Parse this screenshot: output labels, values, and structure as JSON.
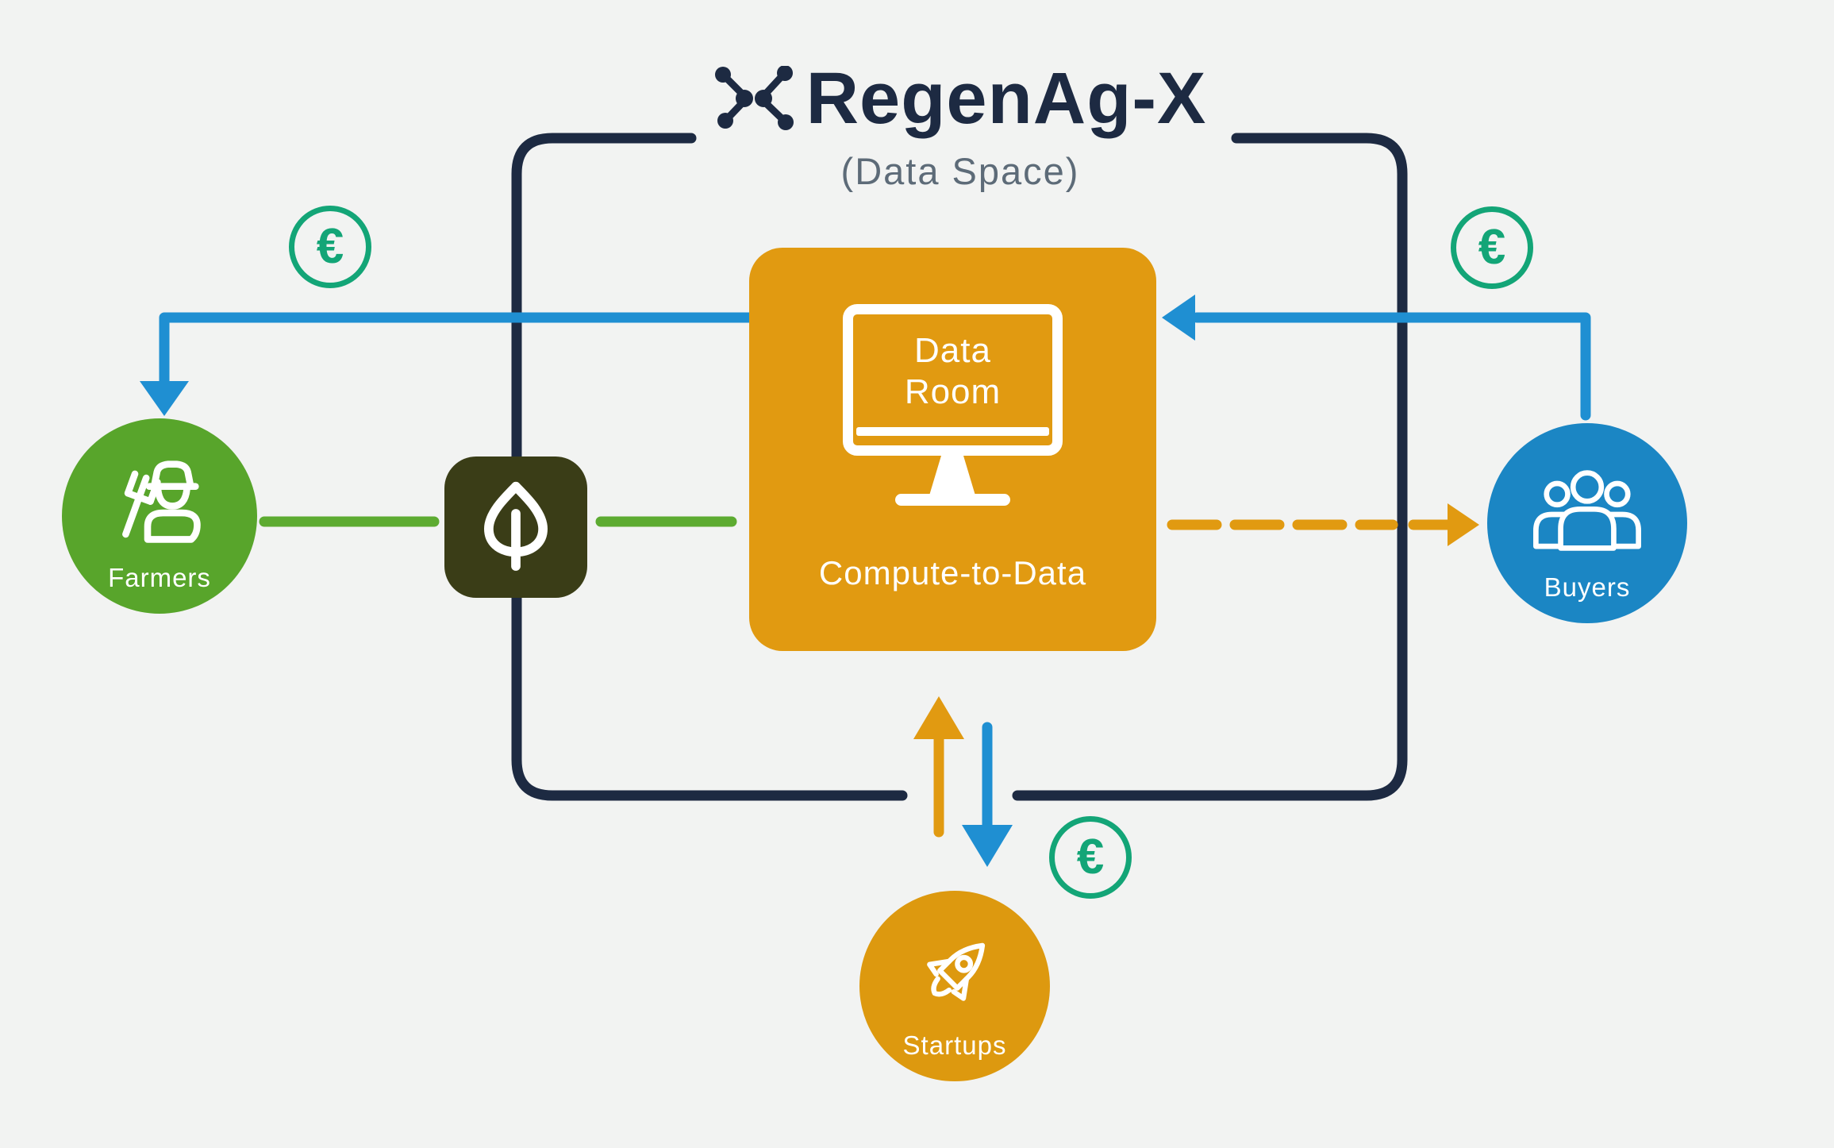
{
  "brand": {
    "name": "RegenAg-X",
    "subtitle": "(Data Space)",
    "logo": "network-x-logo"
  },
  "center_node": {
    "screen_line1": "Data",
    "screen_line2": "Room",
    "caption": "Compute-to-Data",
    "icon": "monitor-icon"
  },
  "nodes": {
    "farmers": {
      "label": "Farmers",
      "icon": "farmer-icon"
    },
    "buyers": {
      "label": "Buyers",
      "icon": "people-group-icon"
    },
    "startups": {
      "label": "Startups",
      "icon": "rocket-icon"
    }
  },
  "badges": {
    "euro_symbol": "€",
    "leaf_icon": "leaf-icon"
  },
  "connections": [
    {
      "from": "data-space",
      "to": "farmers",
      "style": "solid-blue-arrow",
      "meaning": "payment flow to farmers"
    },
    {
      "from": "buyers",
      "to": "data-room",
      "style": "solid-blue-arrow",
      "meaning": "payment flow from buyers"
    },
    {
      "from": "farmers",
      "to": "data-room",
      "style": "solid-green-line-via-leaf",
      "meaning": "farm data contribution"
    },
    {
      "from": "data-room",
      "to": "buyers",
      "style": "dashed-orange-arrow",
      "meaning": "compute results to buyers"
    },
    {
      "from": "startups",
      "to": "data-room",
      "style": "solid-orange-arrow-up",
      "meaning": "startup services into data room"
    },
    {
      "from": "data-room",
      "to": "startups",
      "style": "solid-blue-arrow-down",
      "meaning": "payment flow to startups"
    }
  ],
  "colors": {
    "background": "#f2f3f2",
    "navy": "#1d2a42",
    "arrow_blue": "#1f8fd2",
    "buyers_blue": "#1b86c4",
    "farmers_green": "#58a52b",
    "line_green": "#5dab31",
    "euro_green": "#13a577",
    "compute_orange": "#e19a11",
    "startups_orange": "#dd990f",
    "leaf_olive": "#3a3d17",
    "subtitle_gray": "#5d6b78"
  }
}
